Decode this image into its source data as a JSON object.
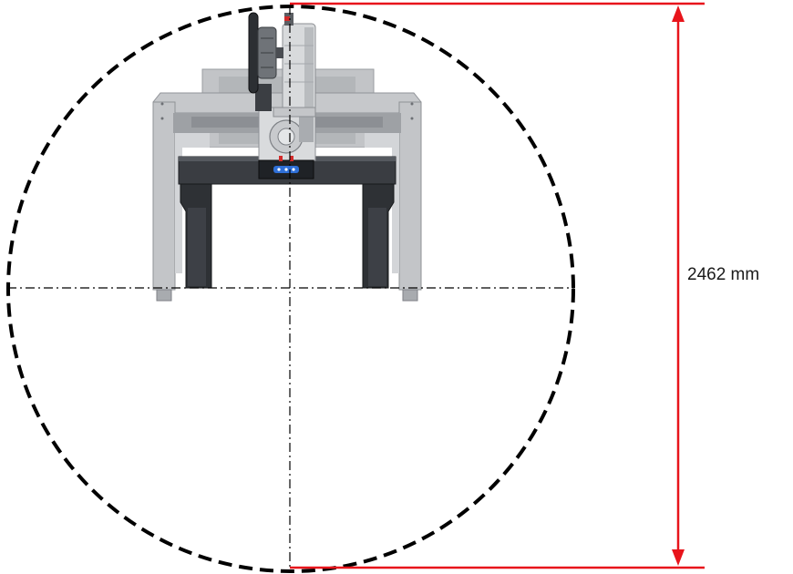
{
  "dimension": {
    "value_label": "2462 mm",
    "value_mm": 2462,
    "color": "#e8141b"
  },
  "swing_circle": {
    "stroke": "#000000",
    "style": "dashed"
  },
  "machine": {
    "frame_color": "#b9bbbe",
    "frame_dark": "#2f3236",
    "motor_color": "#d4d6d8"
  }
}
